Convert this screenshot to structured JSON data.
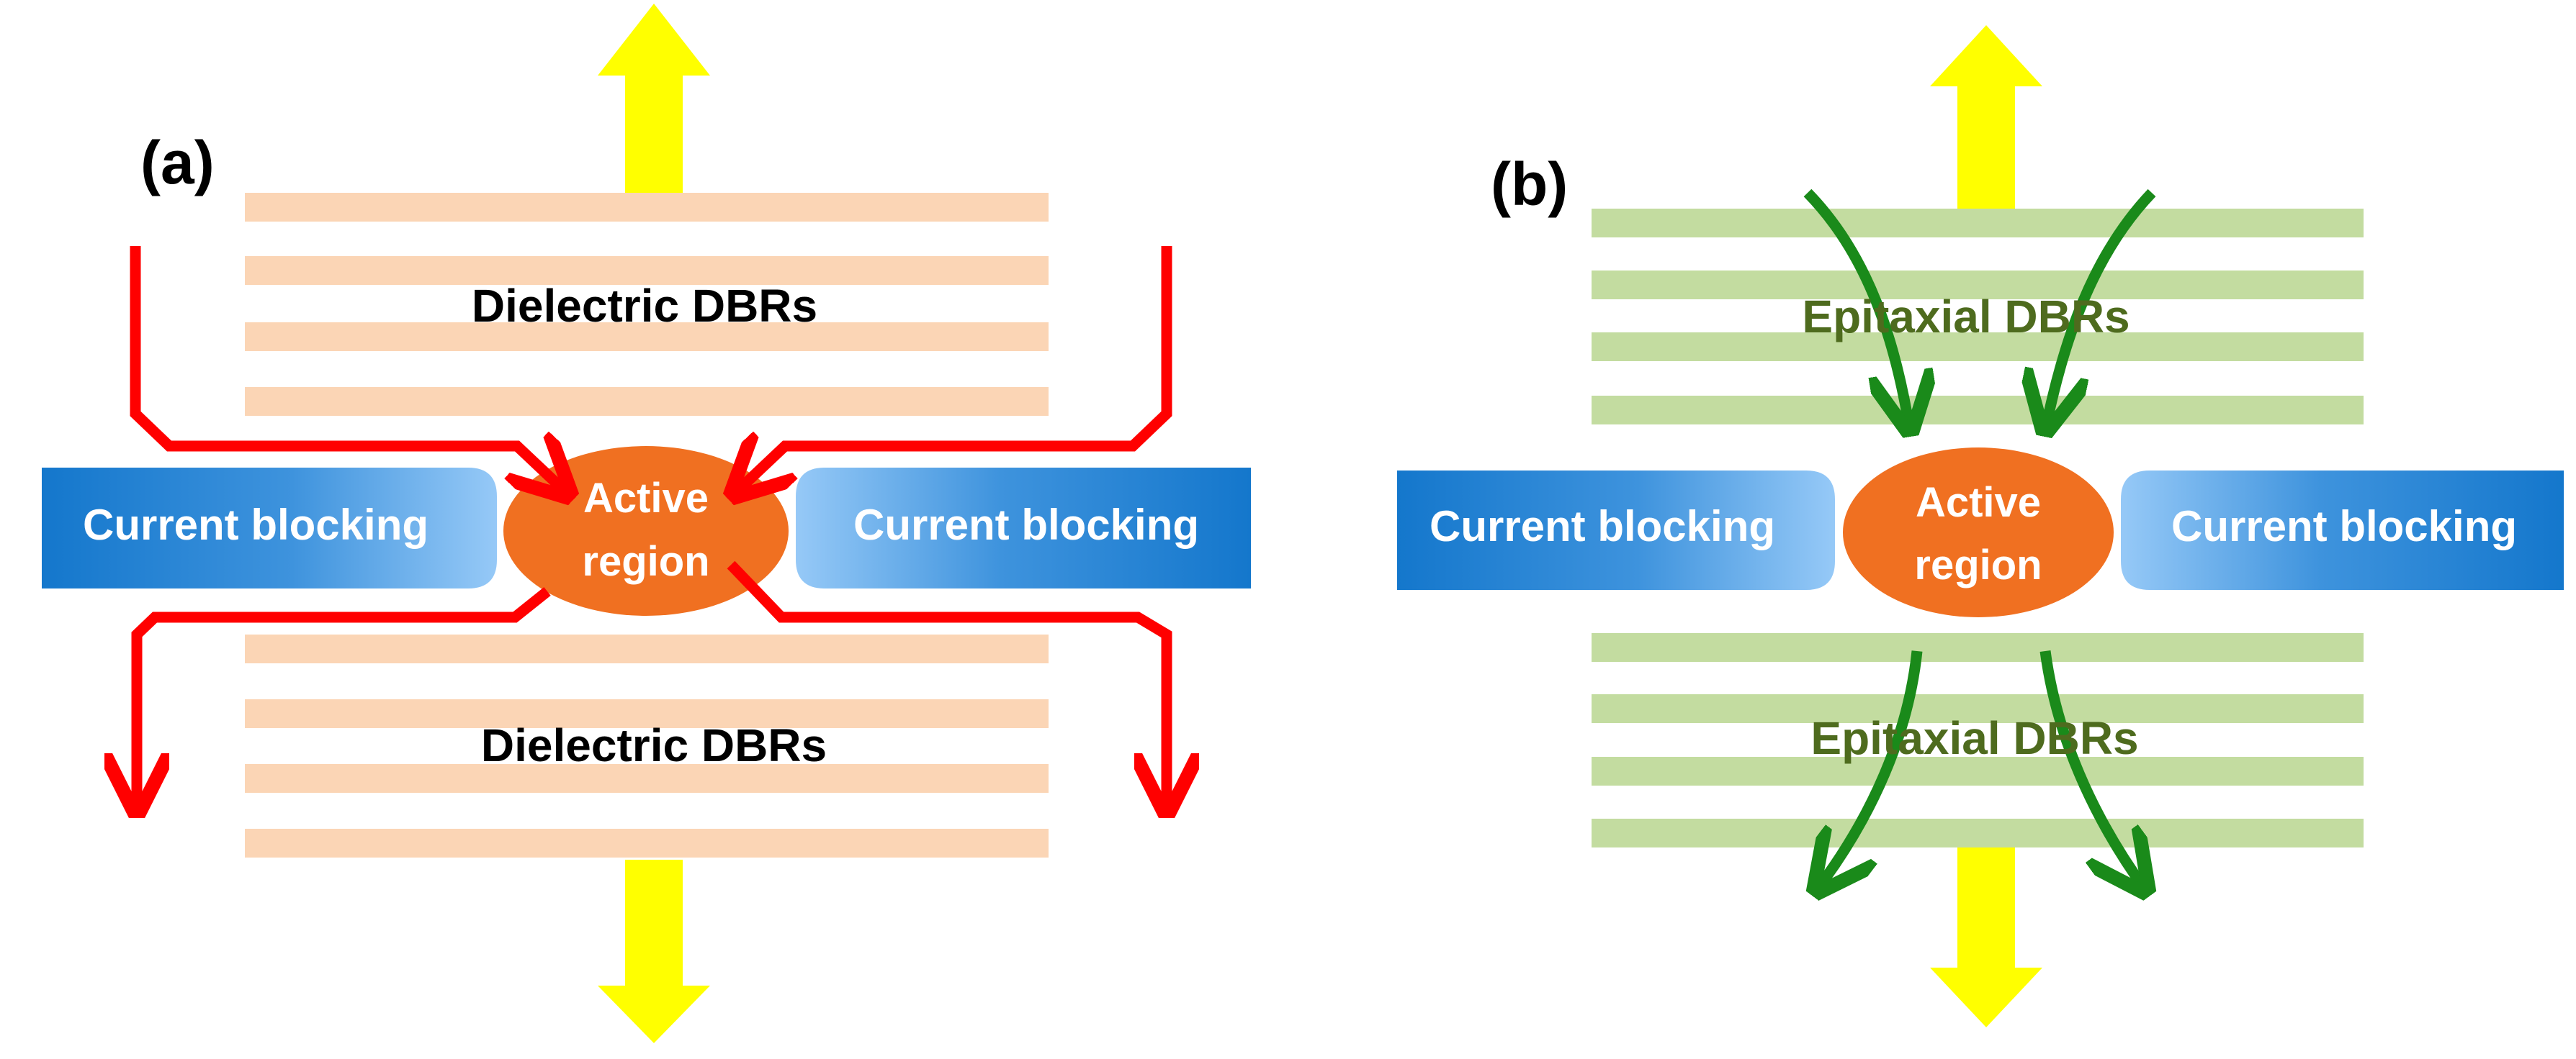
{
  "colors": {
    "dielectric_layer": "#FBD5B5",
    "epitaxial_layer": "#C3DCA0",
    "light_arrow": "#FFFF00",
    "current_arrow_a": "#FF0000",
    "current_arrow_b": "#1A8A1A",
    "active_region": "#F07021",
    "blocking_dark": "#1477CC",
    "blocking_light": "#8CC3F5",
    "text_dark": "#000000",
    "text_epitaxial": "#4E6B1E",
    "text_light": "#FFFFFF"
  },
  "panel_a": {
    "label": "(a)",
    "top_dbr_label": "Dielectric DBRs",
    "bottom_dbr_label": "Dielectric DBRs",
    "blocking_left": "Current blocking",
    "blocking_right": "Current blocking",
    "active_line1": "Active",
    "active_line2": "region"
  },
  "panel_b": {
    "label": "(b)",
    "top_dbr_label": "Epitaxial DBRs",
    "bottom_dbr_label": "Epitaxial DBRs",
    "blocking_left": "Current blocking",
    "blocking_right": "Current blocking",
    "active_line1": "Active",
    "active_line2": "region"
  }
}
